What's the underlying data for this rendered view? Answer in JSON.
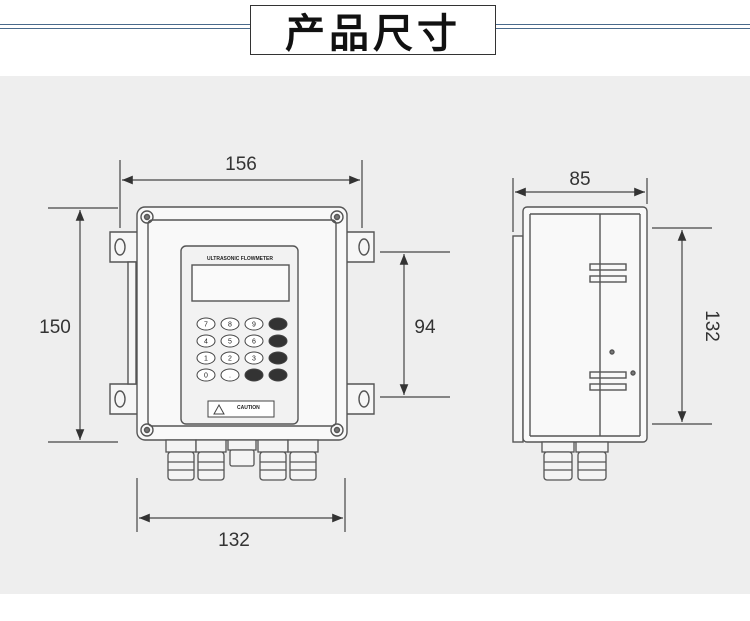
{
  "title": "产品尺寸",
  "front_view": {
    "width_label": "156",
    "height_label": "150",
    "inner_height_label": "94",
    "bottom_width_label": "132",
    "device_label": "ULTRASONIC FLOWMETER",
    "caution_label": "CAUTION",
    "keys": [
      "7",
      "8",
      "9",
      "",
      "4",
      "5",
      "6",
      "",
      "1",
      "2",
      "3",
      "",
      "0",
      ".",
      "",
      ""
    ]
  },
  "side_view": {
    "depth_label": "85",
    "height_label": "132"
  },
  "colors": {
    "line": "#444444",
    "panel": "#eeeeee",
    "accent": "#4a6a8c"
  }
}
